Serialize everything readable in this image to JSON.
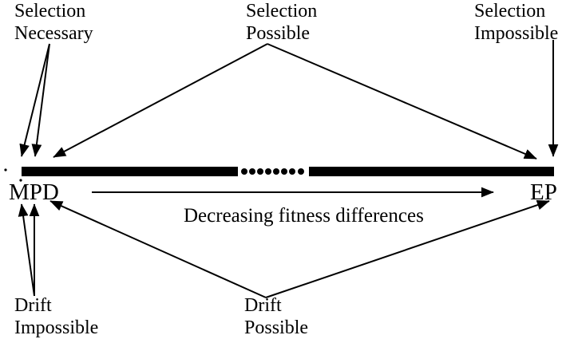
{
  "colors": {
    "ink": "#000000",
    "background": "#ffffff"
  },
  "diagram": {
    "labels": {
      "selection_necessary": {
        "line1": "Selection",
        "line2": "Necessary"
      },
      "selection_possible": {
        "line1": "Selection",
        "line2": "Possible"
      },
      "selection_impossible": {
        "line1": "Selection",
        "line2": "Impossible"
      },
      "drift_impossible": {
        "line1": "Drift",
        "line2": "Impossible"
      },
      "drift_possible": {
        "line1": "Drift",
        "line2": "Possible"
      },
      "left_endpoint": "MPD",
      "right_endpoint": "EP",
      "axis_caption": "Decreasing fitness differences"
    }
  }
}
